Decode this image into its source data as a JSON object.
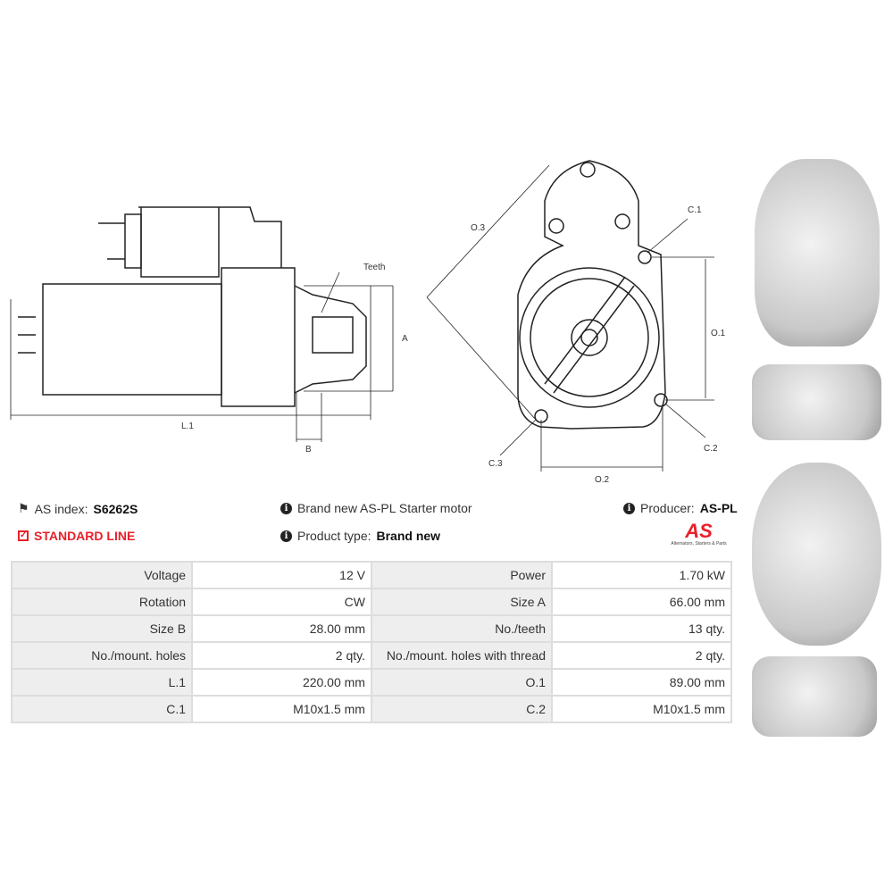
{
  "drawing": {
    "teeth": "Teeth",
    "a": "A",
    "l1": "L.1",
    "b": "B",
    "o3": "O.3",
    "c1": "C.1",
    "o1": "O.1",
    "c2": "C.2",
    "c3": "C.3",
    "o2": "O.2"
  },
  "info": {
    "as_index_label": "AS index:",
    "as_index_value": "S6262S",
    "line": "STANDARD LINE",
    "description": "Brand new AS-PL Starter motor",
    "product_type_label": "Product type:",
    "product_type_value": "Brand new",
    "producer_label": "Producer:",
    "producer_value": "AS-PL",
    "logo_text": "AS",
    "logo_tagline": "Alternators, Starters & Parts"
  },
  "colors": {
    "accent": "#e8202a"
  },
  "specs": [
    [
      "Voltage",
      "12 V",
      "Power",
      "1.70 kW"
    ],
    [
      "Rotation",
      "CW",
      "Size A",
      "66.00 mm"
    ],
    [
      "Size B",
      "28.00 mm",
      "No./teeth",
      "13 qty."
    ],
    [
      "No./mount. holes",
      "2 qty.",
      "No./mount. holes with thread",
      "2 qty."
    ],
    [
      "L.1",
      "220.00 mm",
      "O.1",
      "89.00 mm"
    ],
    [
      "C.1",
      "M10x1.5 mm",
      "C.2",
      "M10x1.5 mm"
    ]
  ]
}
